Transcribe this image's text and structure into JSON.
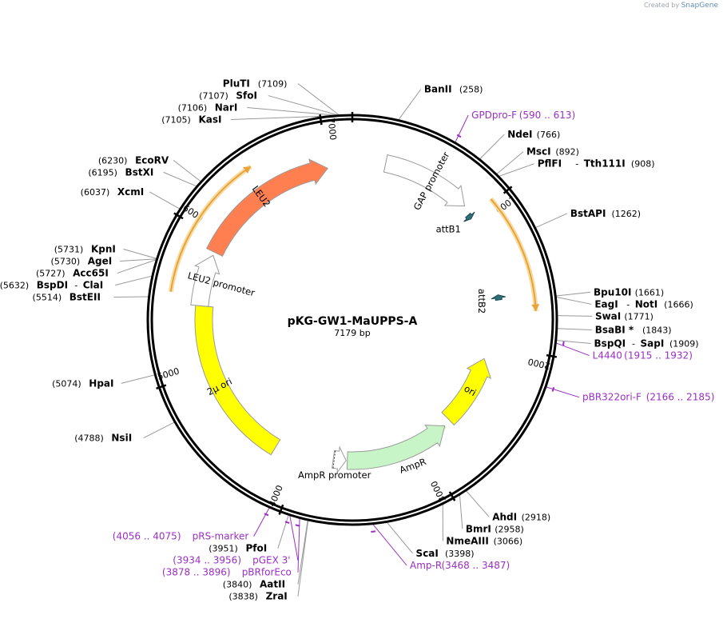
{
  "credit": {
    "prefix": "Created by",
    "brand": "SnapGene"
  },
  "plasmid": {
    "name": "pKG-GW1-MaUPPS-A",
    "size_label": "7179 bp",
    "length": 7179
  },
  "colors": {
    "backbone": "#000000",
    "primer": "#9b2fc4",
    "leu2": "#ff7f50",
    "ori": "#ffff00",
    "ampr": "#c8f5c8",
    "outline": "#9a9a9a",
    "orf_arc": "#e8a33a",
    "orf_glow": "#f7dca3",
    "ampr_arc": "#7cbf2a",
    "ampr_glow": "#d8efb4",
    "attb": "#2f6d7a"
  },
  "ticks": [
    {
      "pos": 0,
      "label": ""
    },
    {
      "pos": 1000,
      "label": "1000"
    },
    {
      "pos": 2000,
      "label": "2000"
    },
    {
      "pos": 3000,
      "label": "3000"
    },
    {
      "pos": 4000,
      "label": "4000"
    },
    {
      "pos": 5000,
      "label": "5000"
    },
    {
      "pos": 6000,
      "label": "6000"
    },
    {
      "pos": 7000,
      "label": "7000"
    }
  ],
  "sites": [
    {
      "pos": 7107,
      "parts": [
        {
          "pos_text": "(7107)"
        },
        {
          "name": "SfoI"
        }
      ]
    },
    {
      "pos": 7106,
      "parts": [
        {
          "pos_text": "(7106)"
        },
        {
          "name": "NarI"
        }
      ]
    },
    {
      "pos": 7105,
      "parts": [
        {
          "pos_text": "(7105)"
        },
        {
          "name": "KasI"
        }
      ]
    },
    {
      "pos": 7109,
      "parts": [
        {
          "name": "PluTI"
        },
        {
          "pos_text": "(7109)"
        }
      ]
    },
    {
      "pos": 258,
      "parts": [
        {
          "name": "BanII"
        },
        {
          "pos_text": "(258)"
        }
      ]
    },
    {
      "pos": 766,
      "parts": [
        {
          "name": "NdeI"
        },
        {
          "pos_text": "(766)"
        }
      ]
    },
    {
      "pos": 892,
      "parts": [
        {
          "name": "MscI"
        },
        {
          "pos_text": "(892)"
        }
      ]
    },
    {
      "pos": 908,
      "parts": [
        {
          "name": "PflFI"
        },
        {
          "sep": " - "
        },
        {
          "name": "Tth111I"
        },
        {
          "pos_text": "(908)"
        }
      ]
    },
    {
      "pos": 1262,
      "parts": [
        {
          "name": "BstAPI"
        },
        {
          "pos_text": "(1262)"
        }
      ]
    },
    {
      "pos": 1661,
      "parts": [
        {
          "name": "Bpu10I"
        },
        {
          "pos_text": "(1661)"
        }
      ]
    },
    {
      "pos": 1666,
      "parts": [
        {
          "name": "EagI"
        },
        {
          "sep": " - "
        },
        {
          "name": "NotI"
        },
        {
          "pos_text": "(1666)"
        }
      ]
    },
    {
      "pos": 1771,
      "parts": [
        {
          "name": "SwaI"
        },
        {
          "pos_text": "(1771)"
        }
      ]
    },
    {
      "pos": 1843,
      "parts": [
        {
          "name": "BsaBI *"
        },
        {
          "pos_text": "(1843)"
        }
      ]
    },
    {
      "pos": 1909,
      "parts": [
        {
          "name": "BspQI"
        },
        {
          "sep": " - "
        },
        {
          "name": "SapI"
        },
        {
          "pos_text": "(1909)"
        }
      ]
    },
    {
      "pos": 2918,
      "parts": [
        {
          "name": "AhdI"
        },
        {
          "pos_text": "(2918)"
        }
      ]
    },
    {
      "pos": 2958,
      "parts": [
        {
          "name": "BmrI"
        },
        {
          "pos_text": "(2958)"
        }
      ]
    },
    {
      "pos": 3066,
      "parts": [
        {
          "name": "NmeAIII"
        },
        {
          "pos_text": "(3066)"
        }
      ]
    },
    {
      "pos": 3398,
      "parts": [
        {
          "name": "ScaI"
        },
        {
          "pos_text": "(3398)"
        }
      ]
    },
    {
      "pos": 3838,
      "parts": [
        {
          "pos_text": "(3838)"
        },
        {
          "name": "ZraI"
        }
      ]
    },
    {
      "pos": 3840,
      "parts": [
        {
          "pos_text": "(3840)"
        },
        {
          "name": "AatII"
        }
      ]
    },
    {
      "pos": 3951,
      "parts": [
        {
          "pos_text": "(3951)"
        },
        {
          "name": "PfoI"
        }
      ]
    },
    {
      "pos": 4788,
      "parts": [
        {
          "pos_text": "(4788)"
        },
        {
          "name": "NsiI"
        }
      ]
    },
    {
      "pos": 5074,
      "parts": [
        {
          "pos_text": "(5074)"
        },
        {
          "name": "HpaI"
        }
      ]
    },
    {
      "pos": 5514,
      "parts": [
        {
          "pos_text": "(5514)"
        },
        {
          "name": "BstEII"
        }
      ]
    },
    {
      "pos": 5632,
      "parts": [
        {
          "pos_text": "(5632)"
        },
        {
          "name": "BspDI"
        },
        {
          "sep": " - "
        },
        {
          "name": "ClaI"
        }
      ]
    },
    {
      "pos": 5727,
      "parts": [
        {
          "pos_text": "(5727)"
        },
        {
          "name": "Acc65I"
        }
      ]
    },
    {
      "pos": 5730,
      "parts": [
        {
          "pos_text": "(5730)"
        },
        {
          "name": "AgeI"
        }
      ]
    },
    {
      "pos": 5731,
      "parts": [
        {
          "pos_text": "(5731)"
        },
        {
          "name": "KpnI"
        }
      ]
    },
    {
      "pos": 6037,
      "parts": [
        {
          "pos_text": "(6037)"
        },
        {
          "name": "XcmI"
        }
      ]
    },
    {
      "pos": 6195,
      "parts": [
        {
          "pos_text": "(6195)"
        },
        {
          "name": "BstXI"
        }
      ]
    },
    {
      "pos": 6230,
      "parts": [
        {
          "pos_text": "(6230)"
        },
        {
          "name": "EcoRV"
        }
      ]
    }
  ],
  "primers": [
    {
      "pos": 601,
      "strand": "+",
      "name": "GPDpro-F",
      "range": "(590 .. 613)",
      "parts": [
        {
          "name": "GPDpro-F"
        },
        {
          "range": "(590 .. 613)"
        }
      ]
    },
    {
      "pos": 1923,
      "strand": "-",
      "name": "L4440",
      "range": "(1915 .. 1932)",
      "parts": [
        {
          "name": "L4440"
        },
        {
          "range": "(1915 .. 1932)"
        }
      ]
    },
    {
      "pos": 2175,
      "strand": "+",
      "name": "pBR322ori-F",
      "range": "(2166 .. 2185)",
      "parts": [
        {
          "name": "pBR322ori-F"
        },
        {
          "range": "(2166 .. 2185)"
        }
      ]
    },
    {
      "pos": 3477,
      "strand": "-",
      "name": "Amp-R",
      "range": "(3468 .. 3487)",
      "parts": [
        {
          "name": "Amp-R"
        },
        {
          "range": "(3468 .. 3487)"
        }
      ]
    },
    {
      "pos": 3887,
      "strand": "-",
      "name": "pBRforEco",
      "range": "(3878 .. 3896)",
      "parts": [
        {
          "range": "(3878 .. 3896)"
        },
        {
          "name": "pBRforEco"
        }
      ]
    },
    {
      "pos": 3945,
      "strand": "-",
      "name": "pGEX 3'",
      "range": "(3934 .. 3956)",
      "parts": [
        {
          "range": "(3934 .. 3956)"
        },
        {
          "name": "pGEX 3'"
        }
      ]
    },
    {
      "pos": 4065,
      "strand": "+",
      "name": "pRS-marker",
      "range": "(4056 .. 4075)",
      "parts": [
        {
          "range": "(4056 .. 4075)"
        },
        {
          "name": "pRS-marker"
        }
      ]
    }
  ],
  "features": [
    {
      "name": "GAP promoter",
      "start": 240,
      "end": 890,
      "dir": "cw",
      "color": "#ffffff",
      "label": "GAP promoter"
    },
    {
      "name": "attB1",
      "start": 955,
      "end": 990,
      "dir": "cw",
      "color": "#2f6d7a",
      "label": "attB1"
    },
    {
      "name": "attB2",
      "start": 1600,
      "end": 1640,
      "dir": "ccw",
      "color": "#2f6d7a",
      "label": "attB2"
    },
    {
      "name": "ori",
      "start": 2120,
      "end": 2710,
      "dir": "ccw",
      "color": "#ffff00",
      "label": "ori"
    },
    {
      "name": "AmpR",
      "start": 2770,
      "end": 3630,
      "dir": "ccw",
      "color": "#c8f5c8",
      "label": "AmpR"
    },
    {
      "name": "AmpR promoter",
      "start": 3640,
      "end": 3745,
      "dir": "ccw",
      "color": "#ffffff",
      "label": "AmpR promoter"
    },
    {
      "name": "2u ori",
      "start": 4210,
      "end": 5490,
      "dir": "none",
      "color": "#ffff00",
      "label": "2μ ori"
    },
    {
      "name": "LEU2 promoter",
      "start": 5490,
      "end": 5880,
      "dir": "cw",
      "color": "#ffffff",
      "label": "LEU2 promoter"
    },
    {
      "name": "LEU2",
      "start": 5905,
      "end": 6995,
      "dir": "cw",
      "color": "#ff7f50",
      "label": "LEU2"
    }
  ],
  "orf_arcs": [
    {
      "name": "upper-right ORF",
      "start": 975,
      "end": 1740,
      "dir": "cw"
    },
    {
      "name": "left ORF",
      "start": 5560,
      "end": 6510,
      "dir": "cw"
    },
    {
      "name": "AmpR ORF",
      "start": 2770,
      "end": 3630,
      "dir": "ccw"
    }
  ]
}
